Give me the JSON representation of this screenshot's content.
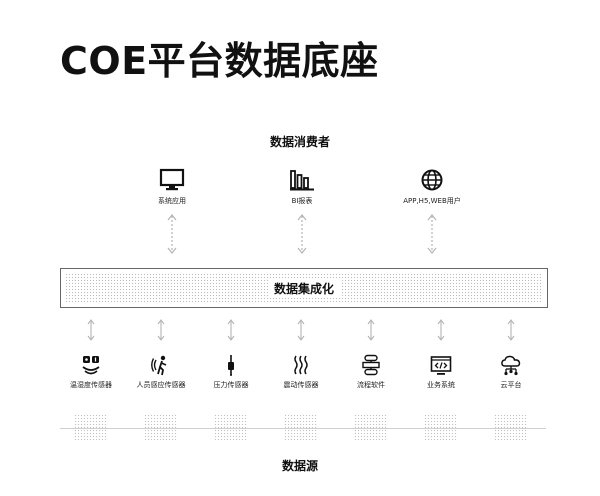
{
  "title": "COE平台数据底座",
  "consumers": {
    "heading": "数据消费者",
    "items": [
      {
        "label": "系统应用",
        "icon": "monitor-icon"
      },
      {
        "label": "BI报表",
        "icon": "bar-chart-icon"
      },
      {
        "label": "APP,H5,WEB用户",
        "icon": "globe-icon"
      }
    ]
  },
  "integration": {
    "label": "数据集成化"
  },
  "sources": {
    "heading": "数据源",
    "items": [
      {
        "label": "温湿度传感器",
        "icon": "temperature-humidity-icon"
      },
      {
        "label": "人员感应传感器",
        "icon": "person-motion-icon"
      },
      {
        "label": "压力传感器",
        "icon": "pressure-probe-icon"
      },
      {
        "label": "震动传感器",
        "icon": "vibration-icon"
      },
      {
        "label": "流程软件",
        "icon": "process-flow-icon"
      },
      {
        "label": "业务系统",
        "icon": "code-window-icon"
      },
      {
        "label": "云平台",
        "icon": "cloud-network-icon"
      }
    ]
  },
  "colors": {
    "text": "#111111",
    "dots": "#bdbdbd",
    "arrow": "#b5b5b5"
  }
}
